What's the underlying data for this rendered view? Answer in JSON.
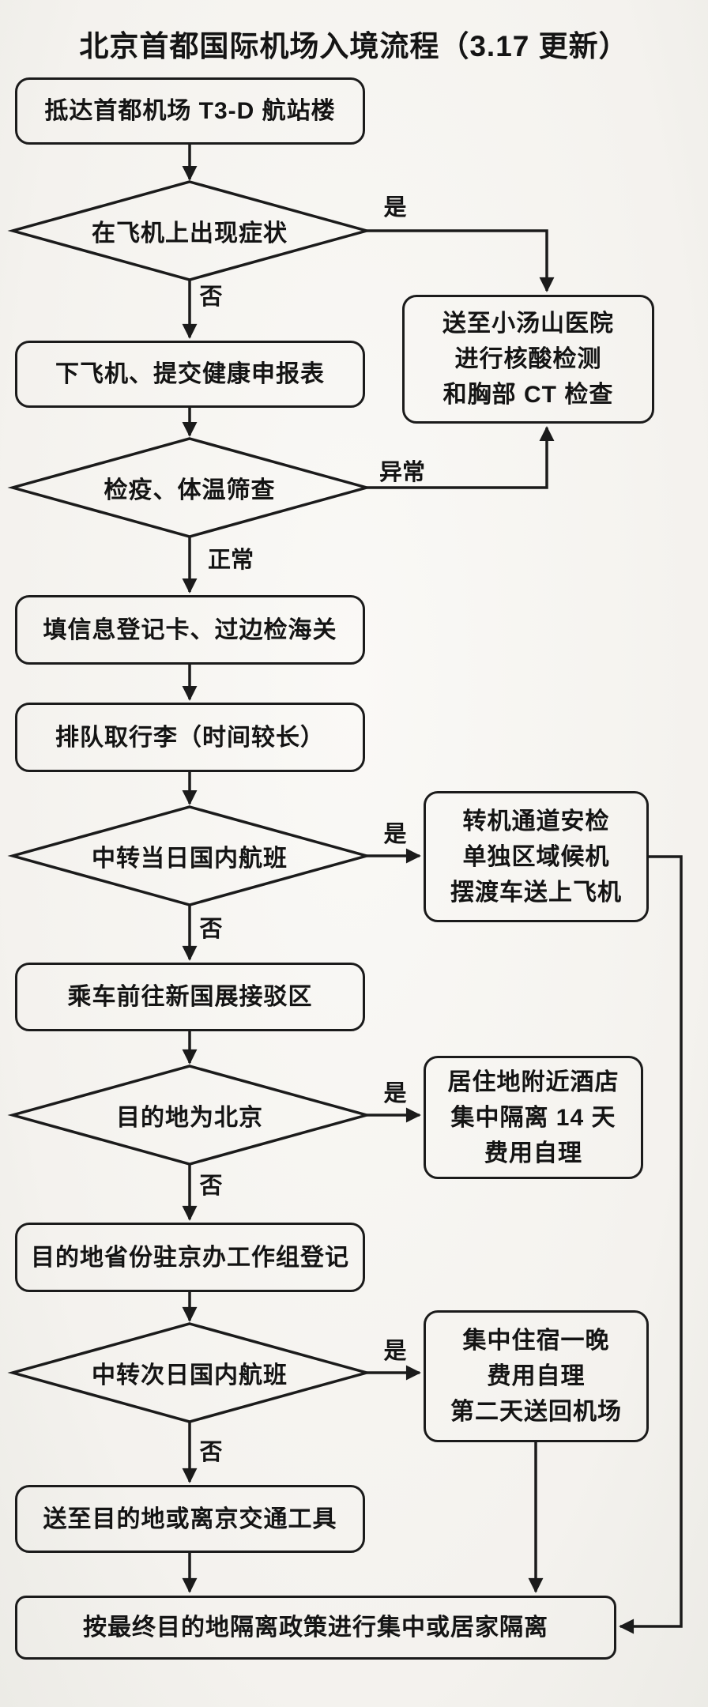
{
  "title": "北京首都国际机场入境流程（3.17 更新）",
  "labels": {
    "yes": "是",
    "no": "否",
    "normal": "正常",
    "abnormal": "异常"
  },
  "nodes": {
    "arrive": "抵达首都机场 T3-D 航站楼",
    "symptom": "在飞机上出现症状",
    "hospital": "送至小汤山医院\n进行核酸检测\n和胸部 CT 检查",
    "deplane": "下飞机、提交健康申报表",
    "quarantine_check": "检疫、体温筛查",
    "registration": "填信息登记卡、过边检海关",
    "luggage": "排队取行李（时间较长）",
    "same_day_transfer": "中转当日国内航班",
    "transfer_channel": "转机通道安检\n单独区域候机\n摆渡车送上飞机",
    "shuttle": "乘车前往新国展接驳区",
    "dest_beijing": "目的地为北京",
    "hotel_quarantine": "居住地附近酒店\n集中隔离 14 天\n费用自理",
    "province_register": "目的地省份驻京办工作组登记",
    "next_day_transfer": "中转次日国内航班",
    "overnight": "集中住宿一晚\n费用自理\n第二天送回机场",
    "depart": "送至目的地或离京交通工具",
    "final": "按最终目的地隔离政策进行集中或居家隔离"
  },
  "colors": {
    "line": "#1b1b1b",
    "text": "#141414",
    "background": "#f6f4f0"
  }
}
